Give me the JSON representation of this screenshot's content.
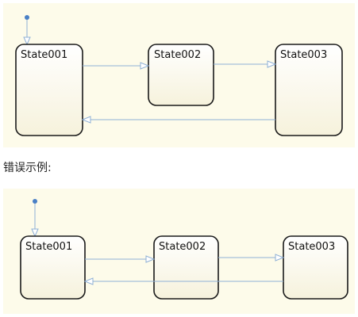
{
  "colors": {
    "panel_background": "#fdfbea",
    "state_fill_top": "#ffffff",
    "state_fill_bottom": "#f6f2dc",
    "state_border": "#1a1a1a",
    "transition_line": "#8fb0d6",
    "initial_dot": "#4a80c6"
  },
  "caption": "错误示例:",
  "diagrams": [
    {
      "states": [
        {
          "id": "s1",
          "label": "State001"
        },
        {
          "id": "s2",
          "label": "State002"
        },
        {
          "id": "s3",
          "label": "State003"
        }
      ],
      "transitions": [
        {
          "from": "initial",
          "to": "s1"
        },
        {
          "from": "s1",
          "to": "s2"
        },
        {
          "from": "s2",
          "to": "s3"
        },
        {
          "from": "s3",
          "to": "s1"
        }
      ]
    },
    {
      "states": [
        {
          "id": "s1",
          "label": "State001"
        },
        {
          "id": "s2",
          "label": "State002"
        },
        {
          "id": "s3",
          "label": "State003"
        }
      ],
      "transitions": [
        {
          "from": "initial",
          "to": "s1"
        },
        {
          "from": "s1",
          "to": "s2"
        },
        {
          "from": "s2",
          "to": "s3"
        },
        {
          "from": "s3",
          "to": "s1"
        }
      ]
    }
  ]
}
